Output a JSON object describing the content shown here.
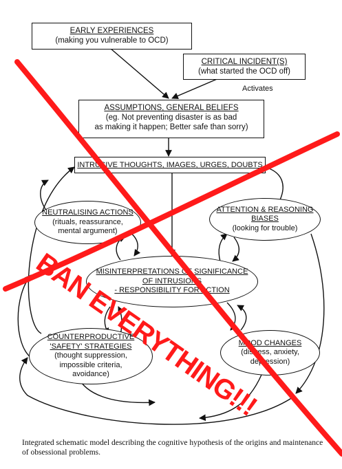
{
  "nodes": {
    "early": {
      "title": "EARLY EXPERIENCES",
      "sub": "(making you vulnerable to OCD)"
    },
    "critical": {
      "title": "CRITICAL INCIDENT(S)",
      "sub": "(what started the OCD off)"
    },
    "activates": "Activates",
    "assumptions": {
      "title": "ASSUMPTIONS, GENERAL BELIEFS",
      "sub1": "(eg. Not preventing disaster is as bad",
      "sub2": "as making it happen; Better safe than sorry)"
    },
    "intrusive": {
      "title": "INTRUSIVE THOUGHTS, IMAGES, URGES, DOUBTS"
    },
    "neutralising": {
      "title": "NEUTRALISING ACTIONS",
      "sub1": "(rituals, reassurance,",
      "sub2": "mental argument)"
    },
    "attention": {
      "title1": "ATTENTION & REASONING",
      "title2": "BIASES",
      "sub": "(looking for trouble)"
    },
    "misinterpretations": {
      "title1": "MISINTERPRETATIONS OF SIGNIFICANCE",
      "title2": "OF INTRUSIONS",
      "title3": "- RESPONSIBILITY FOR ACTION"
    },
    "counterproductive": {
      "title1": "COUNTERPRODUCTIVE",
      "title2": "'SAFETY' STRATEGIES",
      "sub1": "(thought suppression,",
      "sub2": "impossible criteria,",
      "sub3": "avoidance)"
    },
    "mood": {
      "title": "MOOD CHANGES",
      "sub1": "(distress, anxiety,",
      "sub2": "depression)"
    }
  },
  "overlay_text": "BAN EVERYTHING!!!",
  "overlay_color": "#ff1a1a",
  "caption": "Integrated schematic model describing the cognitive hypothesis of the origins and maintenance of obsessional problems."
}
